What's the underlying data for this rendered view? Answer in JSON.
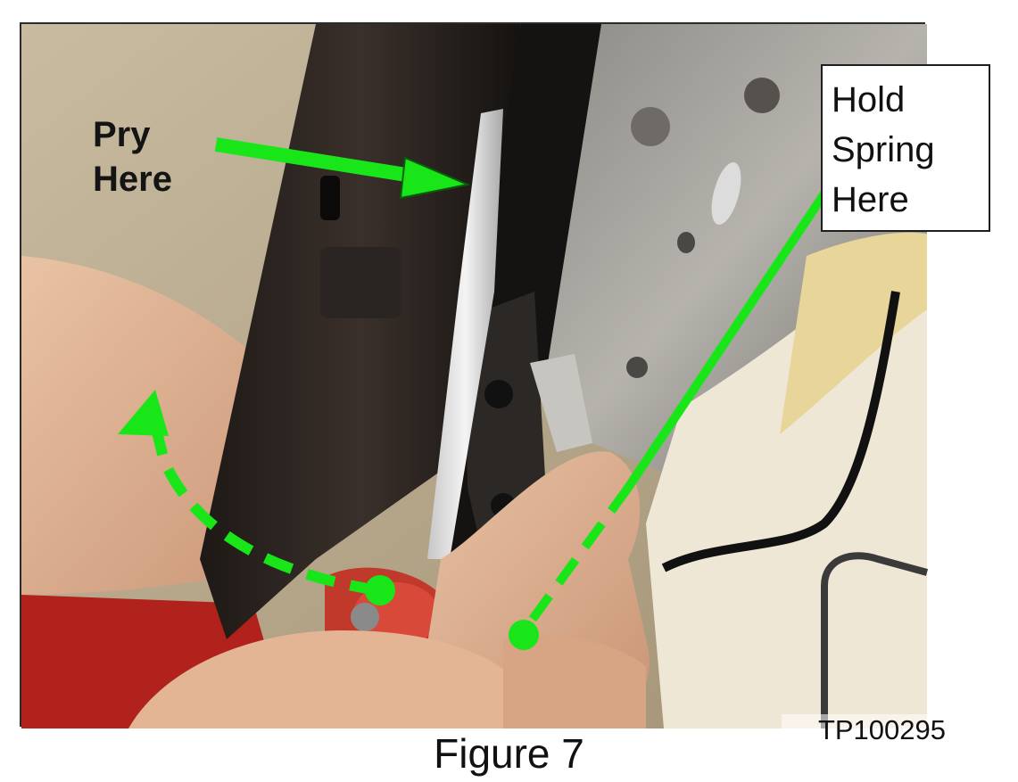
{
  "figure": {
    "caption": "Figure 7",
    "photo_id": "TP100295"
  },
  "callouts": {
    "pry": "Pry\nHere",
    "hold": "Hold\nSpring\nHere"
  },
  "colors": {
    "annotation_green": "#19e619",
    "callout_box_bg": "#ffffff"
  }
}
